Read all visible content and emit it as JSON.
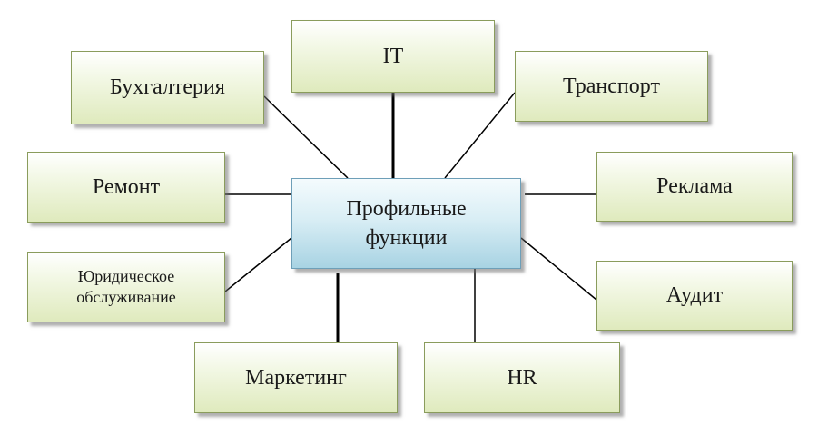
{
  "center": {
    "line1": "Профильные",
    "line2": "функции"
  },
  "nodes": {
    "it": "IT",
    "accounting": "Бухгалтерия",
    "transport": "Транспорт",
    "repair": "Ремонт",
    "advertising": "Реклама",
    "legal_line1": "Юридическое",
    "legal_line2": "обслуживание",
    "audit": "Аудит",
    "marketing": "Маркетинг",
    "hr": "HR"
  },
  "colors": {
    "node_fill_top": "#ffffff",
    "node_fill_bottom": "#dfeabd",
    "node_border": "#8a9c5c",
    "center_fill_top": "#f4fbfd",
    "center_fill_bottom": "#a8d3e3",
    "center_border": "#6e9fb8",
    "connector": "#000000"
  }
}
